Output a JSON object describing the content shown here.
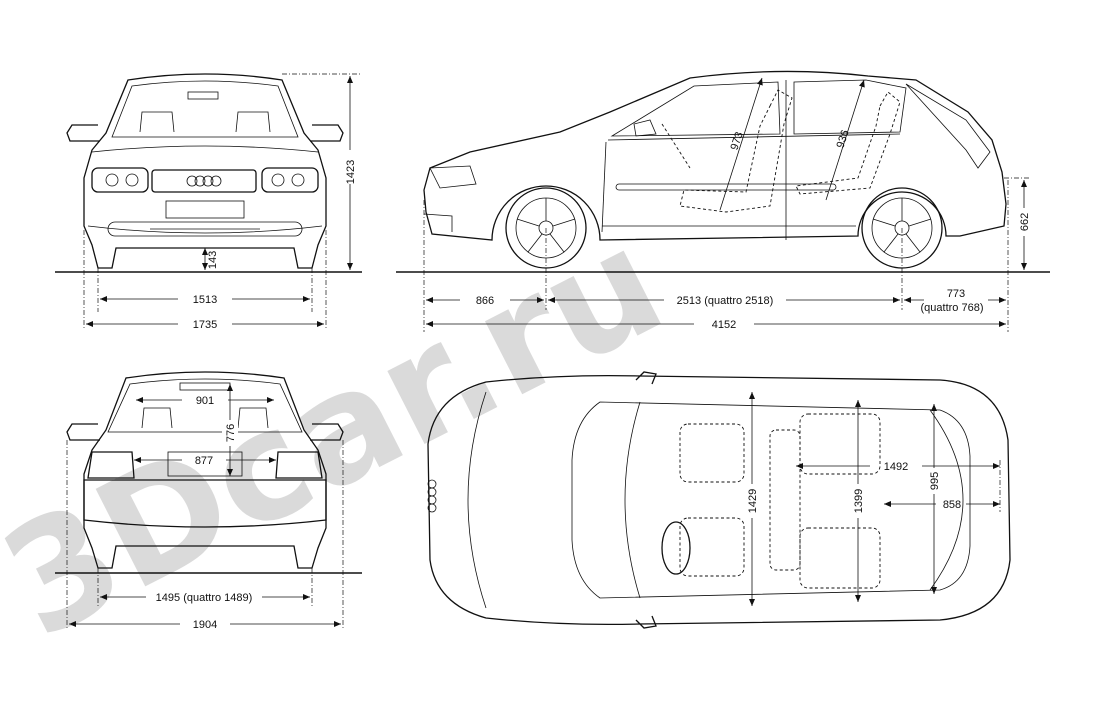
{
  "watermark": "3Dcar.ru",
  "front_view": {
    "ground_clearance": "143",
    "track": "1513",
    "width": "1735",
    "height": "1423"
  },
  "side_view": {
    "front_overhang": "866",
    "wheelbase": "2513 (quattro 2518)",
    "rear_overhang_line1": "773",
    "rear_overhang_line2": "(quattro 768)",
    "length": "4152",
    "headroom_front": "973",
    "headroom_rear": "936",
    "load_sill_height": "662"
  },
  "rear_view": {
    "hatch_top_width": "901",
    "hatch_opening_height": "776",
    "hatch_bottom_width": "877",
    "track": "1495 (quattro 1489)",
    "width_incl_mirrors": "1904"
  },
  "top_view": {
    "shoulder_width_front": "1429",
    "shoulder_width_rear": "1399",
    "cargo_length": "1492",
    "cargo_width": "995",
    "cargo_depth": "858"
  }
}
